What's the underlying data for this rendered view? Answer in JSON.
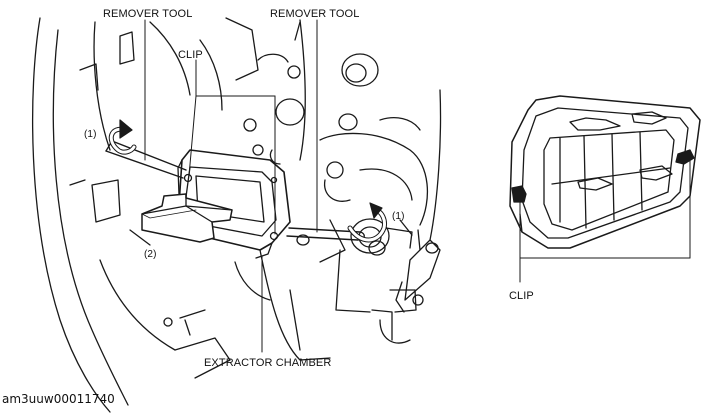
{
  "labels": {
    "remover_tool_left": "REMOVER TOOL",
    "remover_tool_right": "REMOVER TOOL",
    "clip_top": "CLIP",
    "step1_left": "(1)",
    "step1_right": "(1)",
    "step2": "(2)",
    "extractor_chamber": "EXTRACTOR CHAMBER",
    "clip_detail": "CLIP"
  },
  "figure_code": "am3uuw00011740",
  "colors": {
    "line": "#1a1a1a",
    "bg": "#ffffff",
    "arrow_fill": "#ffffff"
  }
}
